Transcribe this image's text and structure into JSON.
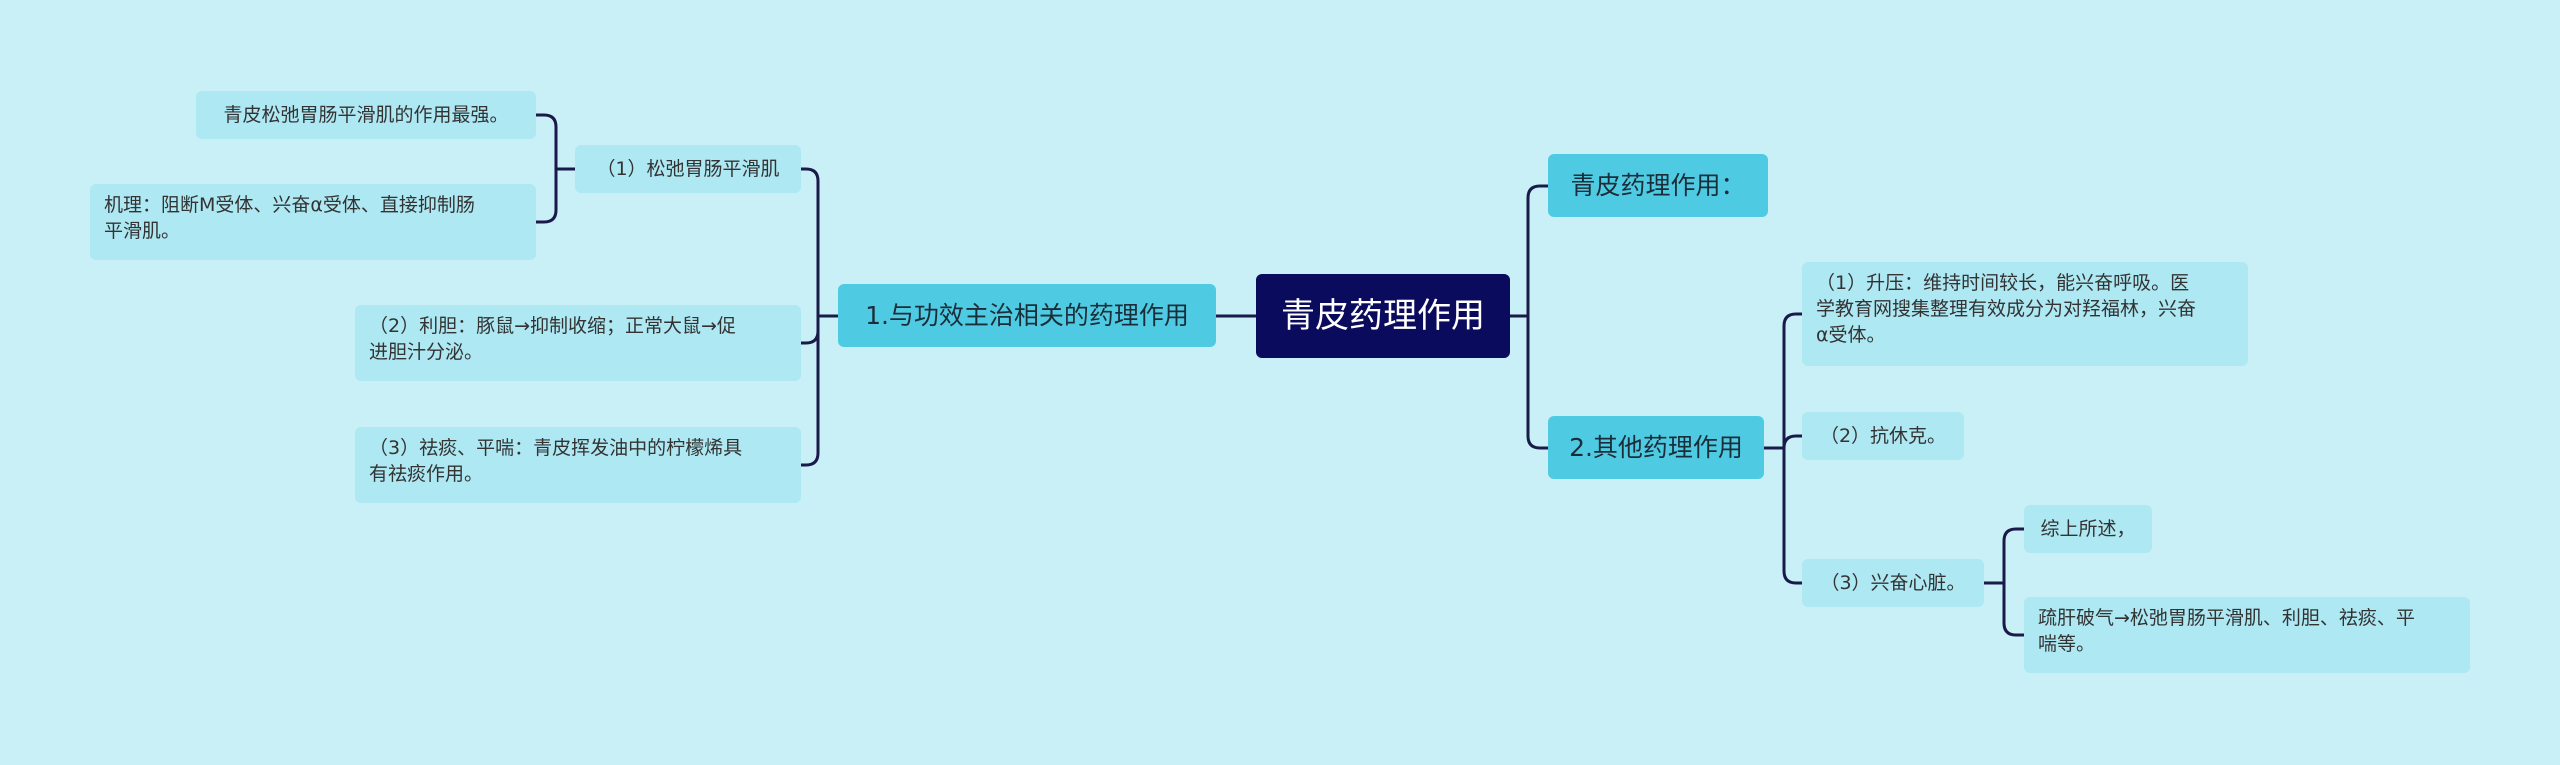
{
  "colors": {
    "background": "#c9f0f7",
    "root_fill": "#0b0b5e",
    "branch_fill": "#4ecbe2",
    "leaf_fill": "#aee8f3",
    "connector": "#1a1a4a"
  },
  "root": {
    "label": "青皮药理作用"
  },
  "left_branch": {
    "label": "1.与功效主治相关的药理作用",
    "items": [
      {
        "label": "（1）松弛胃肠平滑肌",
        "children": [
          {
            "label": "青皮松弛胃肠平滑肌的作用最强。"
          },
          {
            "label": "机理：阻断M受体、兴奋α受体、直接抑制肠\n平滑肌。"
          }
        ]
      },
      {
        "label": "（2）利胆：豚鼠→抑制收缩；正常大鼠→促\n进胆汁分泌。"
      },
      {
        "label": "（3）祛痰、平喘：青皮挥发油中的柠檬烯具\n有祛痰作用。"
      }
    ]
  },
  "right_branches": [
    {
      "label": "青皮药理作用："
    },
    {
      "label": "2.其他药理作用",
      "items": [
        {
          "label": "（1）升压：维持时间较长，能兴奋呼吸。医\n学教育网搜集整理有效成分为对羟福林，兴奋\nα受体。"
        },
        {
          "label": "（2）抗休克。"
        },
        {
          "label": "（3）兴奋心脏。",
          "children": [
            {
              "label": "综上所述，"
            },
            {
              "label": "疏肝破气→松弛胃肠平滑肌、利胆、祛痰、平\n喘等。"
            }
          ]
        }
      ]
    }
  ]
}
